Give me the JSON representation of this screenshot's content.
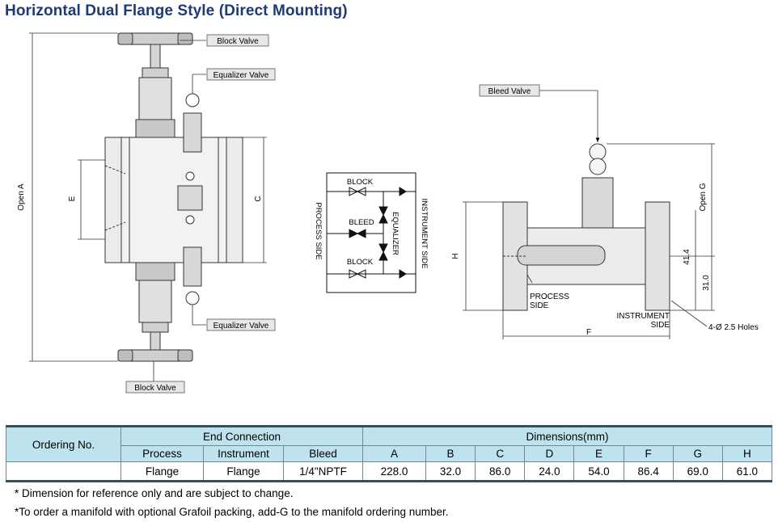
{
  "title": "Horizontal Dual Flange Style (Direct Mounting)",
  "front_view": {
    "block_valve_top": "Block Valve",
    "equalizer_valve_top": "Equalizer Valve",
    "equalizer_valve_bottom": "Equalizer Valve",
    "block_valve_bottom": "Block Valve",
    "dim_open_a": "Open A",
    "dim_e": "E",
    "dim_c": "C"
  },
  "schematic": {
    "process_side": "PROCESS SIDE",
    "instrument_side": "INSTRUMENT SIDE",
    "block_top": "BLOCK",
    "bleed": "BLEED",
    "equalizer": "EQUALIZER",
    "block_bottom": "BLOCK"
  },
  "side_view": {
    "bleed_valve": "Bleed Valve",
    "dim_open_g": "Open G",
    "dim_h": "H",
    "dim_41_4": "41.4",
    "dim_31_0": "31.0",
    "process_side_line1": "PROCESS",
    "process_side_line2": "SIDE",
    "instrument_side_line1": "INSTRUMENT",
    "instrument_side_line2": "SIDE",
    "holes": "4-Ø 2.5 Holes",
    "dim_f": "F"
  },
  "table": {
    "ordering_no": "Ordering No.",
    "end_connection": "End Connection",
    "dimensions": "Dimensions(mm)",
    "sub_headers": [
      "Process",
      "Instrument",
      "Bleed"
    ],
    "dim_headers": [
      "A",
      "B",
      "C",
      "D",
      "E",
      "F",
      "G",
      "H"
    ],
    "row": {
      "ordering_no": "",
      "process": "Flange",
      "instrument": "Flange",
      "bleed": "1/4\"NPTF",
      "dims": [
        "228.0",
        "32.0",
        "86.0",
        "24.0",
        "54.0",
        "86.4",
        "69.0",
        "61.0"
      ]
    }
  },
  "notes": [
    "* Dimension for reference only and are subject to change.",
    "*To order a manifold with optional Grafoil packing, add-G to the manifold ordering number."
  ]
}
